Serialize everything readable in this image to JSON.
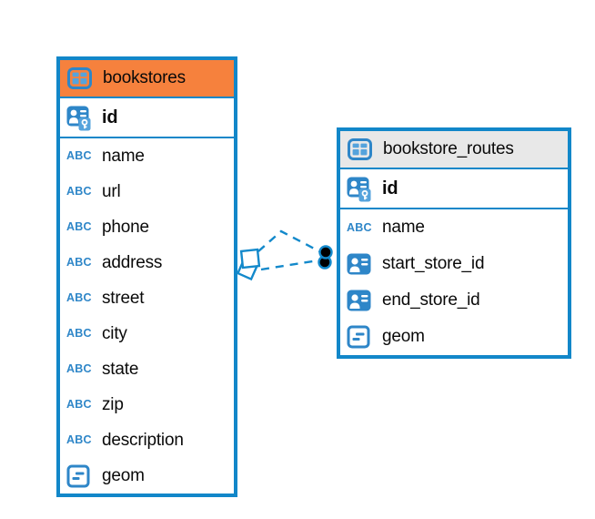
{
  "diagram": {
    "colors": {
      "canvas_bg": "#ffffff",
      "table_border_blue": "#1287C9",
      "icon_blue": "#2E86C8",
      "icon_blue_light": "#55A3DC",
      "relationship_blue": "#1389CB",
      "bookstores_header_orange": "#F6813D",
      "bookstore_routes_header_gray": "#E8E8E8",
      "text_color": "#0a0a0a"
    },
    "icons": {
      "text_type_label": "ABC"
    },
    "tables": [
      {
        "name": "bookstores",
        "header_color": "#F6813D",
        "columns": [
          {
            "name": "id",
            "type": "primary-key"
          },
          {
            "name": "name",
            "type": "text"
          },
          {
            "name": "url",
            "type": "text"
          },
          {
            "name": "phone",
            "type": "text"
          },
          {
            "name": "address",
            "type": "text"
          },
          {
            "name": "street",
            "type": "text"
          },
          {
            "name": "city",
            "type": "text"
          },
          {
            "name": "state",
            "type": "text"
          },
          {
            "name": "zip",
            "type": "text"
          },
          {
            "name": "description",
            "type": "text"
          },
          {
            "name": "geom",
            "type": "geometry"
          }
        ]
      },
      {
        "name": "bookstore_routes",
        "header_color": "#E8E8E8",
        "columns": [
          {
            "name": "id",
            "type": "primary-key"
          },
          {
            "name": "name",
            "type": "text"
          },
          {
            "name": "start_store_id",
            "type": "foreign-key"
          },
          {
            "name": "end_store_id",
            "type": "foreign-key"
          },
          {
            "name": "geom",
            "type": "geometry"
          }
        ]
      }
    ],
    "relationships": [
      {
        "from_table": "bookstore_routes",
        "to_table": "bookstores",
        "style": "dashed"
      },
      {
        "from_table": "bookstore_routes",
        "to_table": "bookstores",
        "style": "dashed"
      }
    ]
  }
}
